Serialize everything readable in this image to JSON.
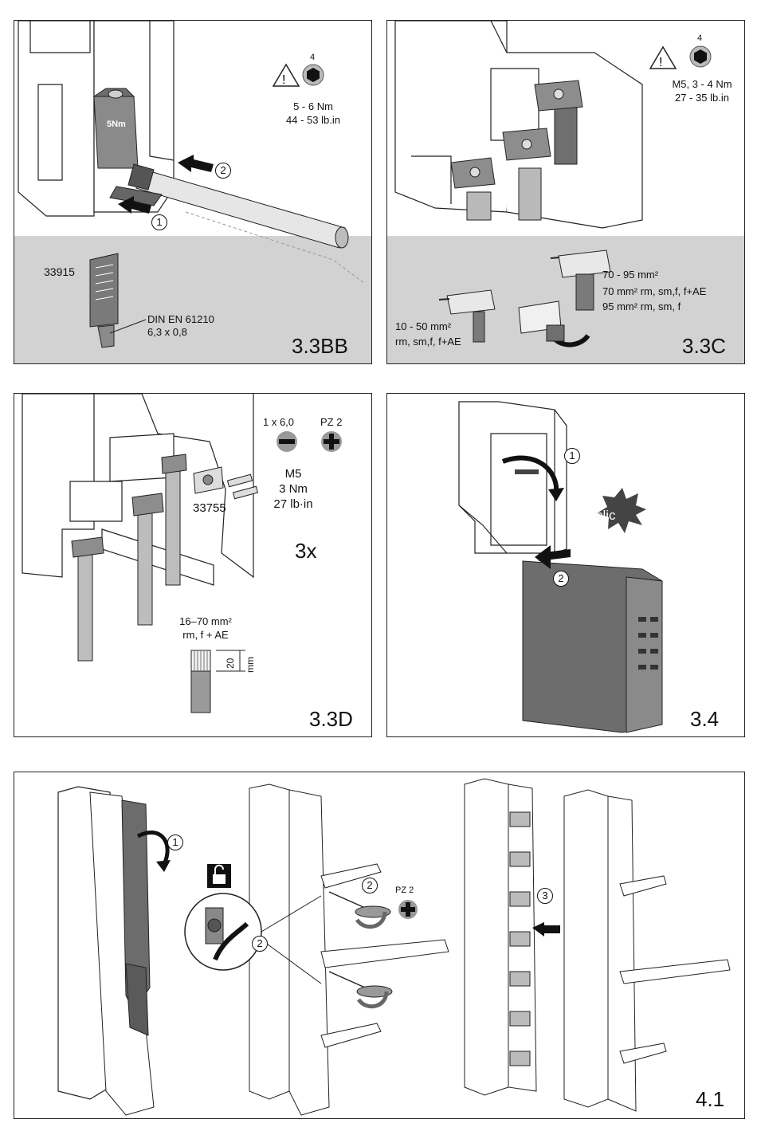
{
  "panel_3_3BB": {
    "code": "3.3BB",
    "hex_size": "4",
    "torque_nm": "5 - 6 Nm",
    "torque_lbin": "44 - 53 lb.in",
    "step1": "1",
    "step2": "2",
    "clip_label": "5Nm",
    "part_number": "33915",
    "standard": "DIN EN 61210",
    "dimension": "6,3 x 0,8"
  },
  "panel_3_3C": {
    "code": "3.3C",
    "hex_size": "4",
    "spec_line1": "M5, 3 - 4 Nm",
    "spec_line2": "27 - 35 lb.in",
    "small_range": "10 - 50 mm²",
    "small_types": "rm, sm,f, f+AE",
    "large_range": "70 - 95 mm²",
    "large_types_70": "70 mm² rm, sm,f, f+AE",
    "large_types_95": "95 mm² rm, sm, f"
  },
  "panel_3_3D": {
    "code": "3.3D",
    "blade": "1 x 6,0",
    "pz": "PZ 2",
    "thread": "M5",
    "torque_nm": "3 Nm",
    "torque_lbin": "27 lb·in",
    "count": "3x",
    "part_number": "33755",
    "range": "16–70 mm²",
    "types": "rm, f + AE",
    "strip_length": "20",
    "strip_unit": "mm"
  },
  "panel_3_4": {
    "code": "3.4",
    "step1": "1",
    "step2": "2",
    "clic": "clic"
  },
  "panel_4_1": {
    "code": "4.1",
    "step1": "1",
    "step2": "2",
    "step2b": "2",
    "step3": "3",
    "pz": "PZ 2"
  }
}
